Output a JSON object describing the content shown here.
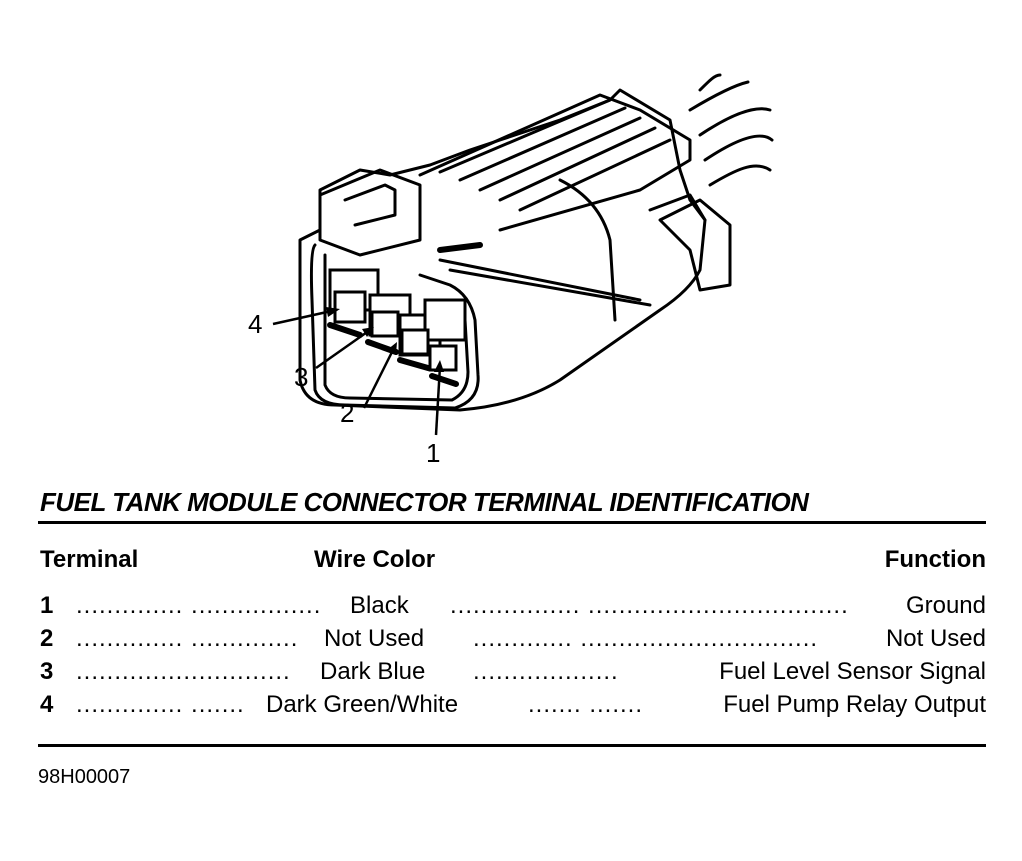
{
  "callouts": [
    "4",
    "3",
    "2",
    "1"
  ],
  "title": "FUEL TANK MODULE CONNECTOR TERMINAL IDENTIFICATION",
  "headers": {
    "terminal": "Terminal",
    "wire_color": "Wire Color",
    "function": "Function"
  },
  "rows": [
    {
      "terminal": "1",
      "leader1": ".............. .................",
      "wire_color": "Black",
      "leader2": "................. ..................................",
      "function": "Ground"
    },
    {
      "terminal": "2",
      "leader1": ".............. ..............",
      "wire_color": "Not Used",
      "leader2": "............. ...............................",
      "function": "Not Used"
    },
    {
      "terminal": "3",
      "leader1": "............................",
      "wire_color": "Dark Blue",
      "leader2": "...................",
      "function": "Fuel Level Sensor Signal"
    },
    {
      "terminal": "4",
      "leader1": ".............. .......",
      "wire_color": "Dark Green/White",
      "leader2": "....... .......",
      "function": "Fuel Pump Relay Output"
    }
  ],
  "figure_code": "98H00007"
}
